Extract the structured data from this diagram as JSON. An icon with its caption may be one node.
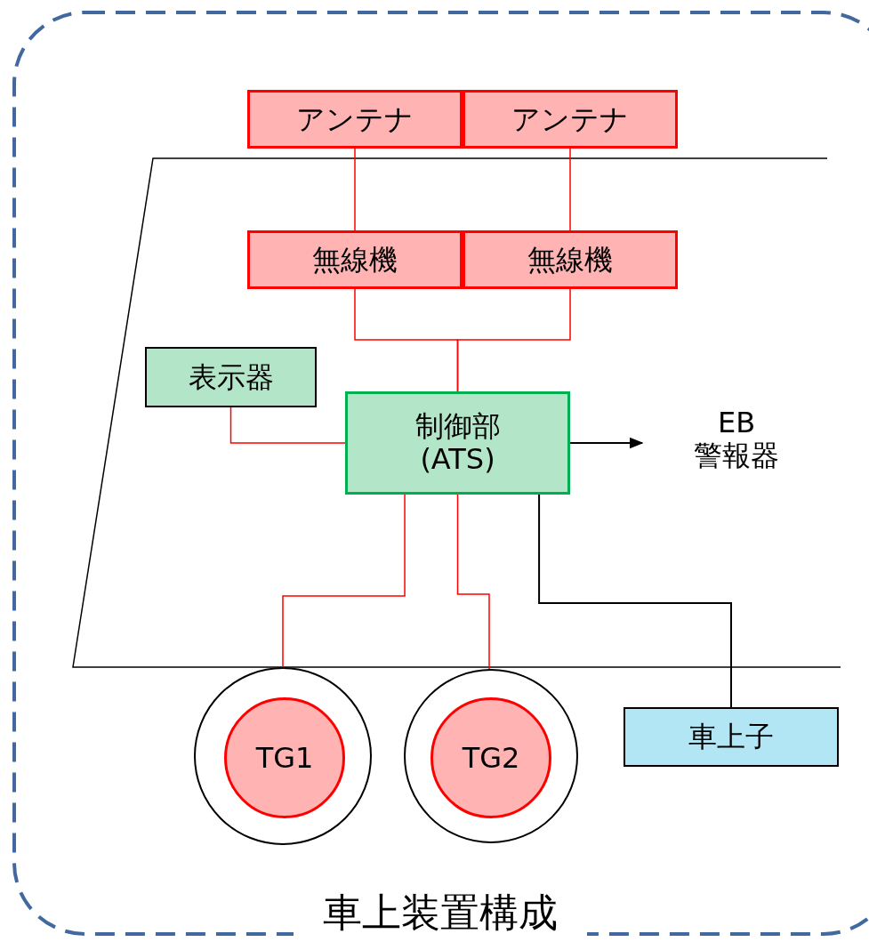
{
  "diagram": {
    "caption": "車上装置構成",
    "nodes": [
      {
        "text": [
          "アンテナ"
        ]
      },
      {
        "text": [
          "アンテナ"
        ]
      },
      {
        "text": [
          "無線機"
        ]
      },
      {
        "text": [
          "無線機"
        ]
      },
      {
        "text": [
          "表示器"
        ]
      },
      {
        "text": [
          "制御部",
          "(ATS)"
        ]
      },
      {
        "text": [
          "EB 警報器"
        ]
      },
      {
        "text": [],
        "shape": "circle"
      },
      {
        "text": [
          "TG1"
        ],
        "in": 7
      },
      {
        "text": [],
        "shape": "circle"
      },
      {
        "text": [
          "TG2"
        ],
        "in": 9
      },
      {
        "text": [
          "車上子"
        ]
      }
    ],
    "edges": [
      {
        "from": 0,
        "to": 2,
        "arrow": "none"
      },
      {
        "from": 1,
        "to": 3,
        "arrow": "none"
      },
      {
        "from": 2,
        "to": 5,
        "arrow": "none"
      },
      {
        "from": 3,
        "to": 5,
        "arrow": "none"
      },
      {
        "from": 4,
        "to": 5,
        "arrow": "none"
      },
      {
        "from": 5,
        "to": 6,
        "arrow": "to",
        "color": "#000000"
      },
      {
        "from": 5,
        "to": 8,
        "arrow": "none"
      },
      {
        "from": 5,
        "to": 10,
        "arrow": "none"
      },
      {
        "from": 5,
        "to": 11,
        "arrow": "none",
        "color": "#000000"
      }
    ]
  }
}
